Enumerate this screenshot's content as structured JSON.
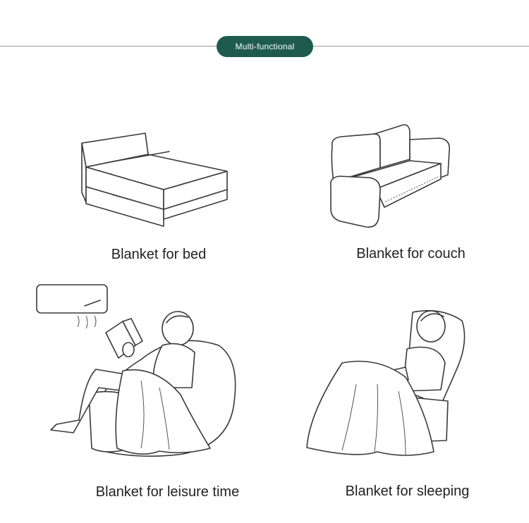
{
  "header": {
    "badge_label": "Multi-functional"
  },
  "colors": {
    "badge_bg": "#1e5b4e",
    "line": "#9a9a9a",
    "text": "#222222"
  },
  "panels": [
    {
      "caption": "Blanket for bed",
      "icon": "bed-icon"
    },
    {
      "caption": "Blanket for couch",
      "icon": "couch-icon"
    },
    {
      "caption": "Blanket for leisure time",
      "icon": "beanbag-reader-icon"
    },
    {
      "caption": "Blanket for sleeping",
      "icon": "recliner-sleeper-icon"
    }
  ]
}
